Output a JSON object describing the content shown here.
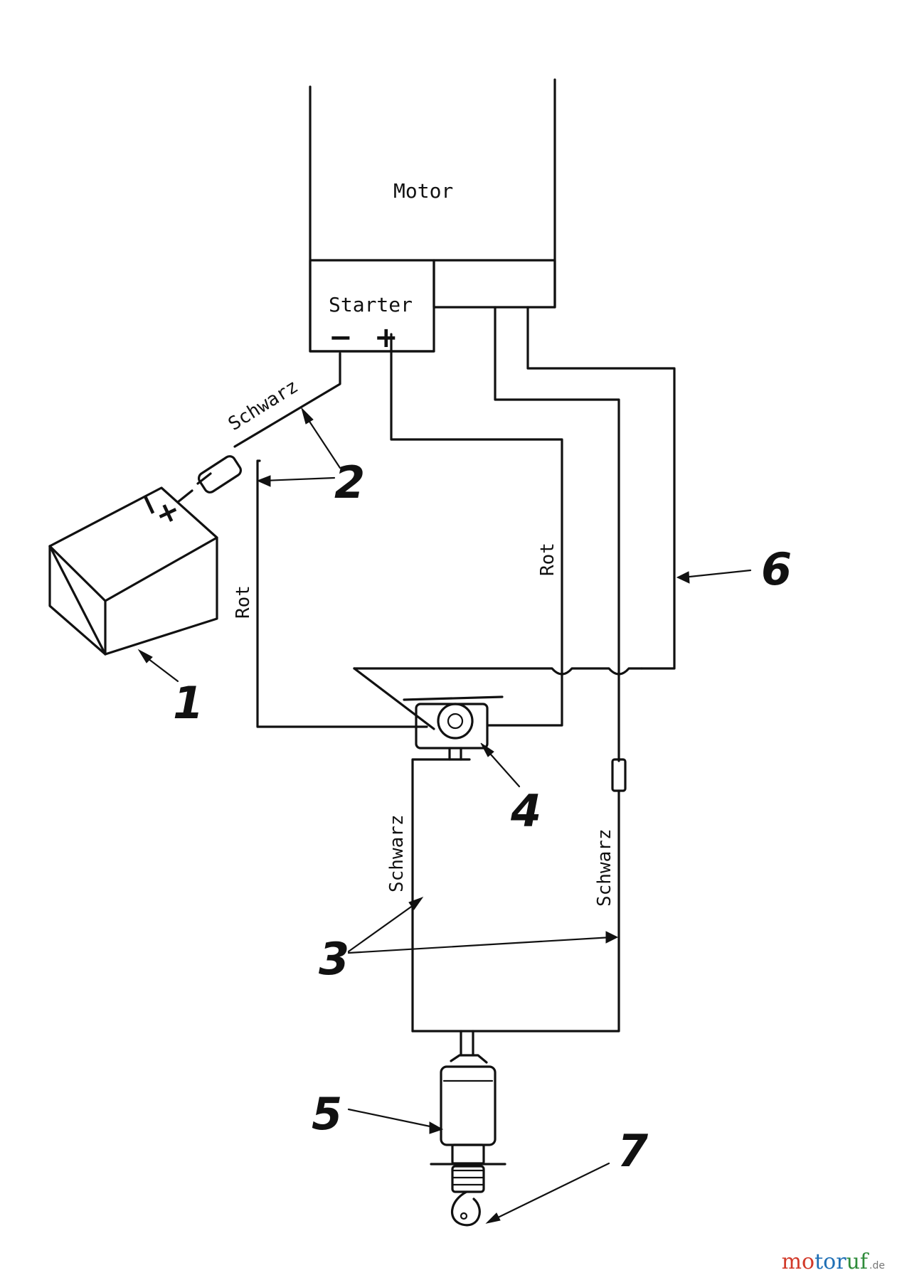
{
  "components": {
    "motor": "Motor",
    "starter": "Starter",
    "starter_minus": "−",
    "starter_plus": "+",
    "battery_plus": "+",
    "battery_minus": "−"
  },
  "wire_labels": {
    "schwarz_battery": "Schwarz",
    "rot_left": "Rot",
    "rot_right": "Rot",
    "schwarz_left": "Schwarz",
    "schwarz_right": "Schwarz"
  },
  "callouts": [
    "1",
    "2",
    "3",
    "4",
    "5",
    "6",
    "7"
  ],
  "watermark": {
    "brand": "motoruf",
    "tld": ".de",
    "colors": [
      "#d23a2a",
      "#1f6fb5",
      "#2e8b3a"
    ]
  }
}
